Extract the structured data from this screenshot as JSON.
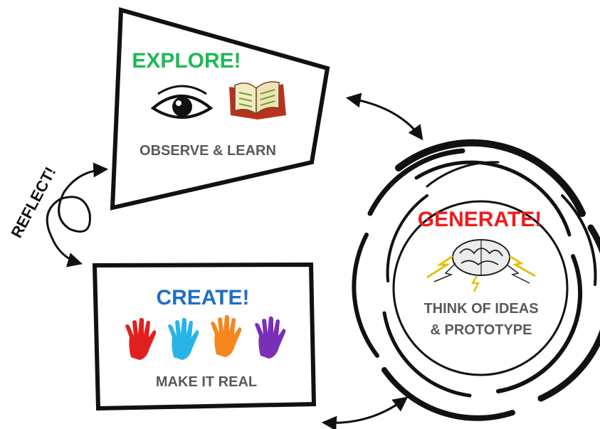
{
  "explore": {
    "title": "EXPLORE!",
    "subtitle": "OBSERVE & LEARN",
    "title_color": "#1db954",
    "icons": [
      "eye-icon",
      "open-book-icon"
    ]
  },
  "create": {
    "title": "CREATE!",
    "subtitle": "MAKE IT REAL",
    "title_color": "#1f6fc4",
    "hand_colors": [
      "#e02020",
      "#28b4e8",
      "#f5871f",
      "#7a2fb8"
    ],
    "icons": [
      "red-hand-icon",
      "cyan-hand-icon",
      "orange-hand-icon",
      "purple-hand-icon"
    ]
  },
  "generate": {
    "title": "GENERATE!",
    "line1": "THINK OF IDEAS",
    "line2": "& PROTOTYPE",
    "title_color": "#ee1c1c",
    "icons": [
      "brain-lightning-icon"
    ]
  },
  "reflect": {
    "label": "REFLECT!"
  },
  "colors": {
    "subtitle_gray": "#595959",
    "stroke": "#111111"
  }
}
